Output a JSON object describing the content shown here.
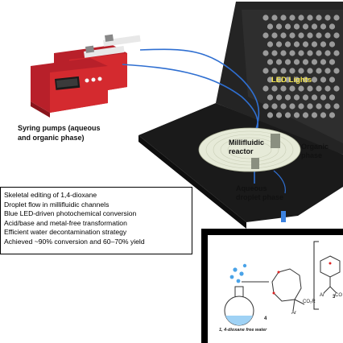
{
  "pump_caption": [
    "Syring pumps (aqueous",
    "and organic phase)"
  ],
  "led_label": "LED Lights",
  "reactor_label": [
    "Millifluidic",
    "reactor"
  ],
  "organic_label": [
    "Organic",
    "phase"
  ],
  "aqueous_label": [
    "Aqueous",
    "droplet phase"
  ],
  "summary": [
    "Skeletal editing of 1,4-dioxane",
    "Droplet flow in millifluidic channels",
    "Blue LED-driven photochemical conversion",
    "Acid/base and metal-free transformation",
    "Efficient water decontamination strategy",
    "Achieved ~90% conversion and 60–70% yield"
  ],
  "scheme": {
    "flask_caption": "1, 4-dioxane free water",
    "compound_4_number": "4",
    "compound_3_number": "3",
    "ester_label": "CO₂R",
    "aryl_label": "Ar",
    "aryl_label_bracket": "Ar",
    "carbonyl_label": "CO"
  },
  "colors": {
    "pump_body": "#d42a2f",
    "box_body": "#1a1a1a",
    "led_panel": "#2b2b2b",
    "tubing": "#2f6fd1",
    "chip": "#e6ead8"
  }
}
